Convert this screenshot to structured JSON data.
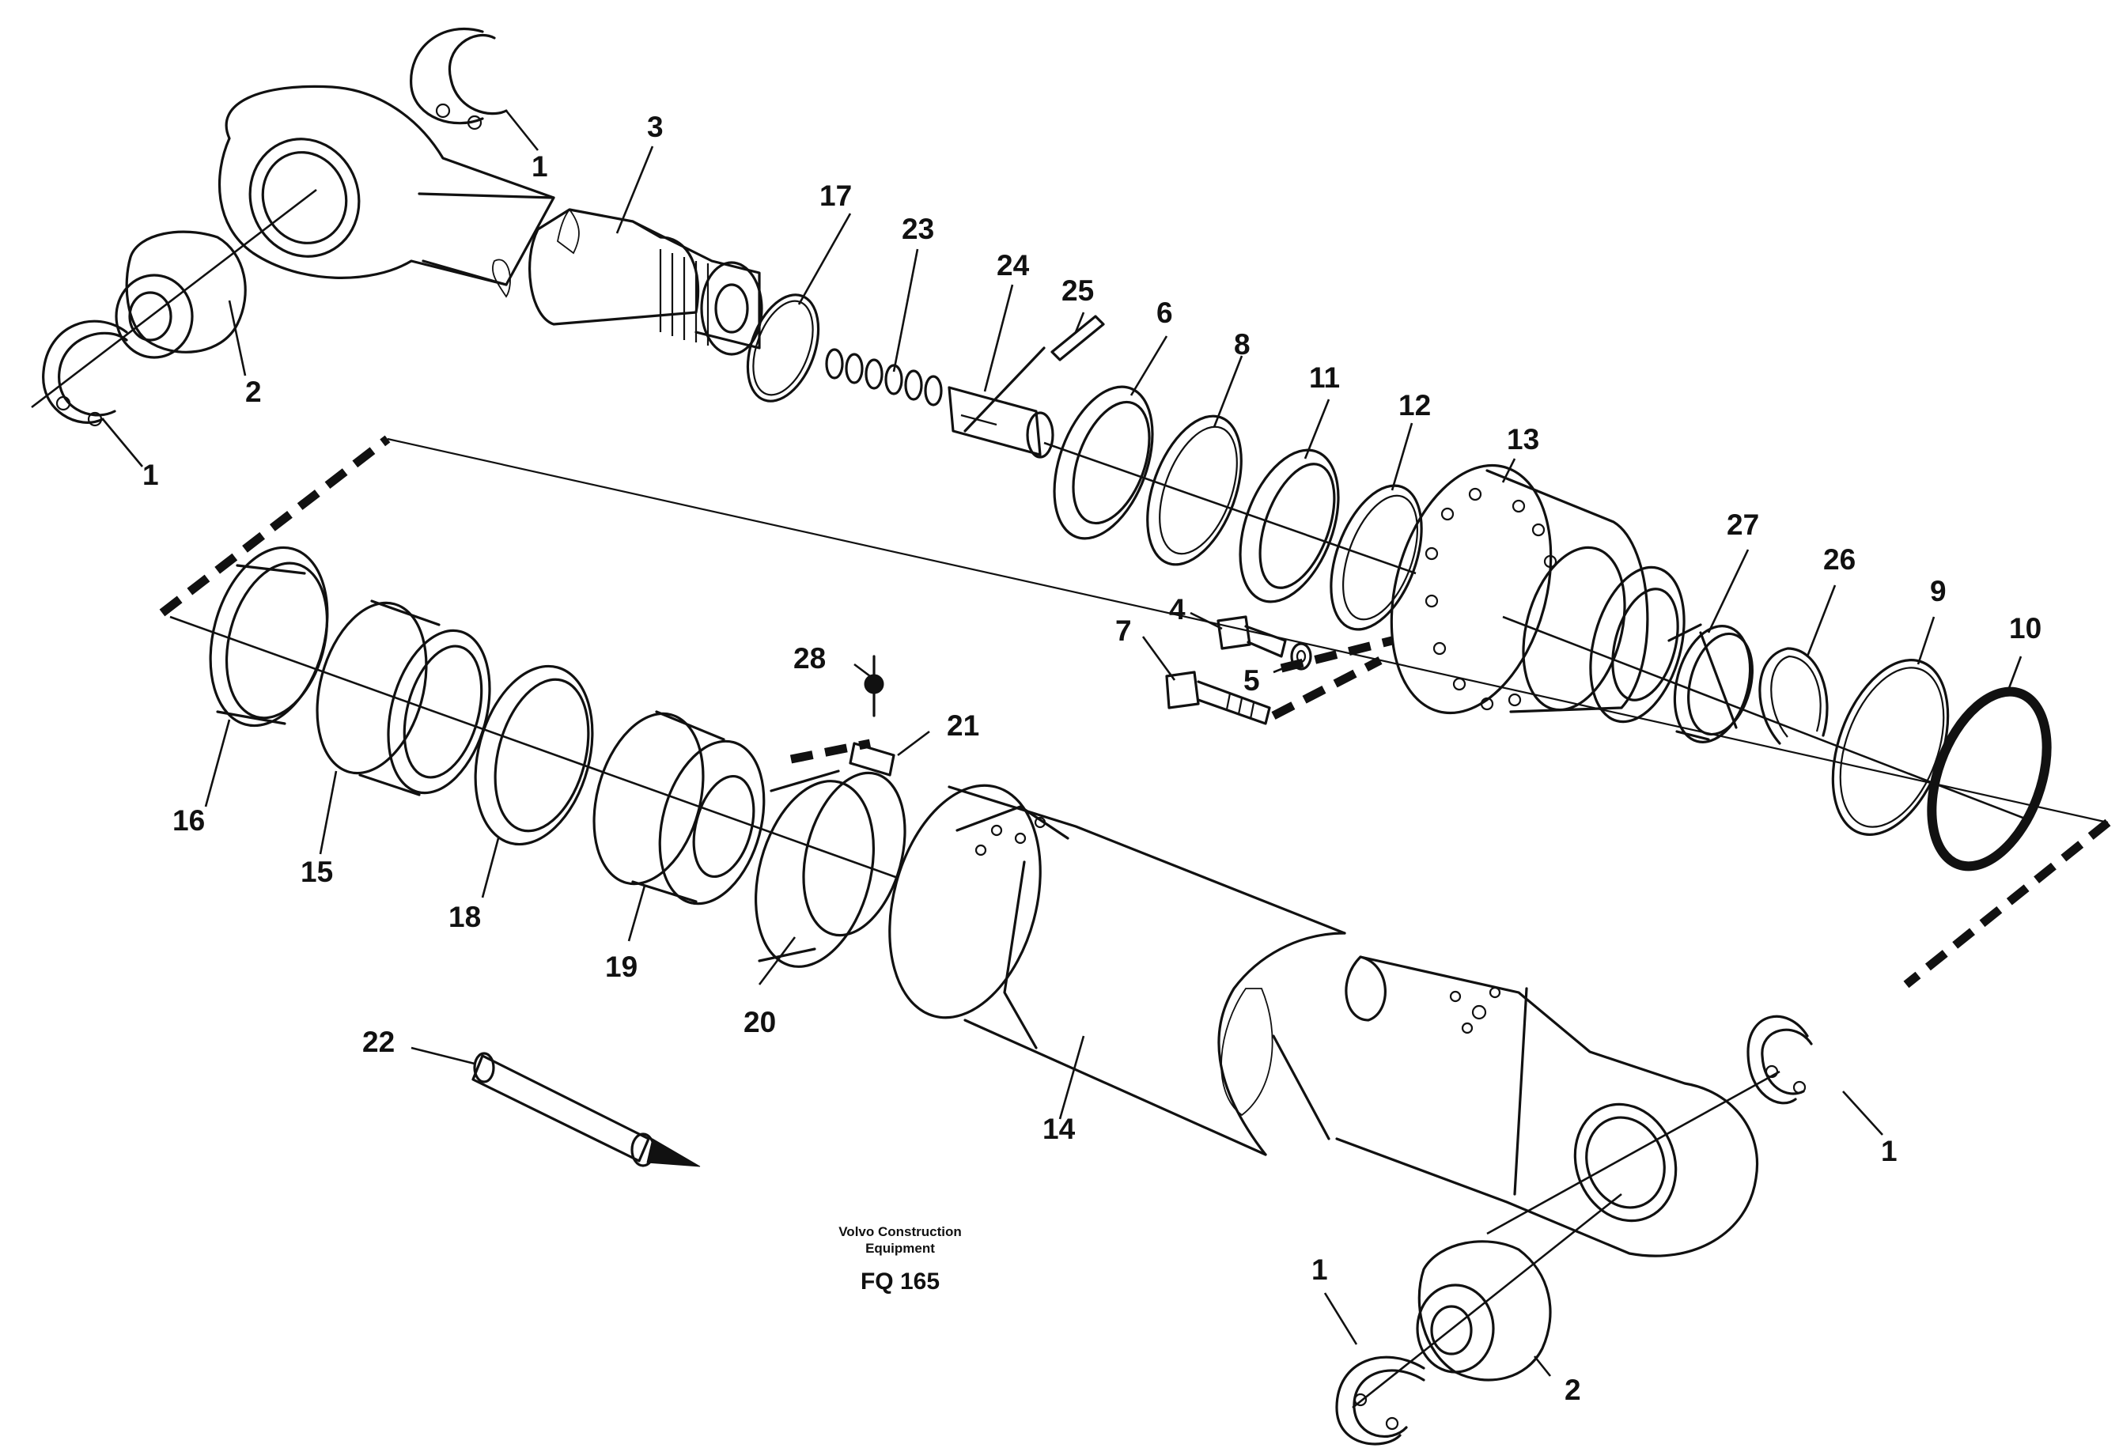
{
  "callouts": {
    "c1a": "1",
    "c1b": "1",
    "c1c": "1",
    "c1d": "1",
    "c2a": "2",
    "c2b": "2",
    "c3": "3",
    "c4": "4",
    "c5": "5",
    "c6": "6",
    "c7": "7",
    "c8": "8",
    "c9": "9",
    "c10": "10",
    "c11": "11",
    "c12": "12",
    "c13": "13",
    "c14": "14",
    "c15": "15",
    "c16": "16",
    "c17": "17",
    "c18": "18",
    "c19": "19",
    "c20": "20",
    "c21": "21",
    "c22": "22",
    "c23": "23",
    "c24": "24",
    "c25": "25",
    "c26": "26",
    "c27": "27",
    "c28": "28"
  },
  "caption": {
    "line1": "Volvo Construction",
    "line2": "Equipment",
    "code": "FQ 165"
  }
}
